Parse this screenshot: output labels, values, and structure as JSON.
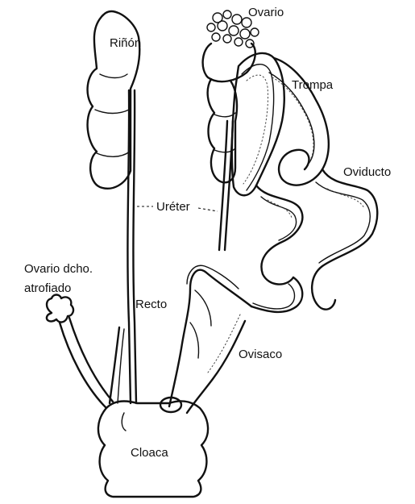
{
  "diagram": {
    "labels": {
      "ovario": "Ovario",
      "rinon": "Riñón",
      "trompa": "Trompa",
      "oviducto": "Oviducto",
      "ureter": "Uréter",
      "ovario_dcho_line1": "Ovario dcho.",
      "ovario_dcho_line2": "atrofiado",
      "recto": "Recto",
      "ovisaco": "Ovisaco",
      "cloaca": "Cloaca"
    },
    "colors": {
      "ink": "#111111",
      "background": "#ffffff"
    }
  }
}
